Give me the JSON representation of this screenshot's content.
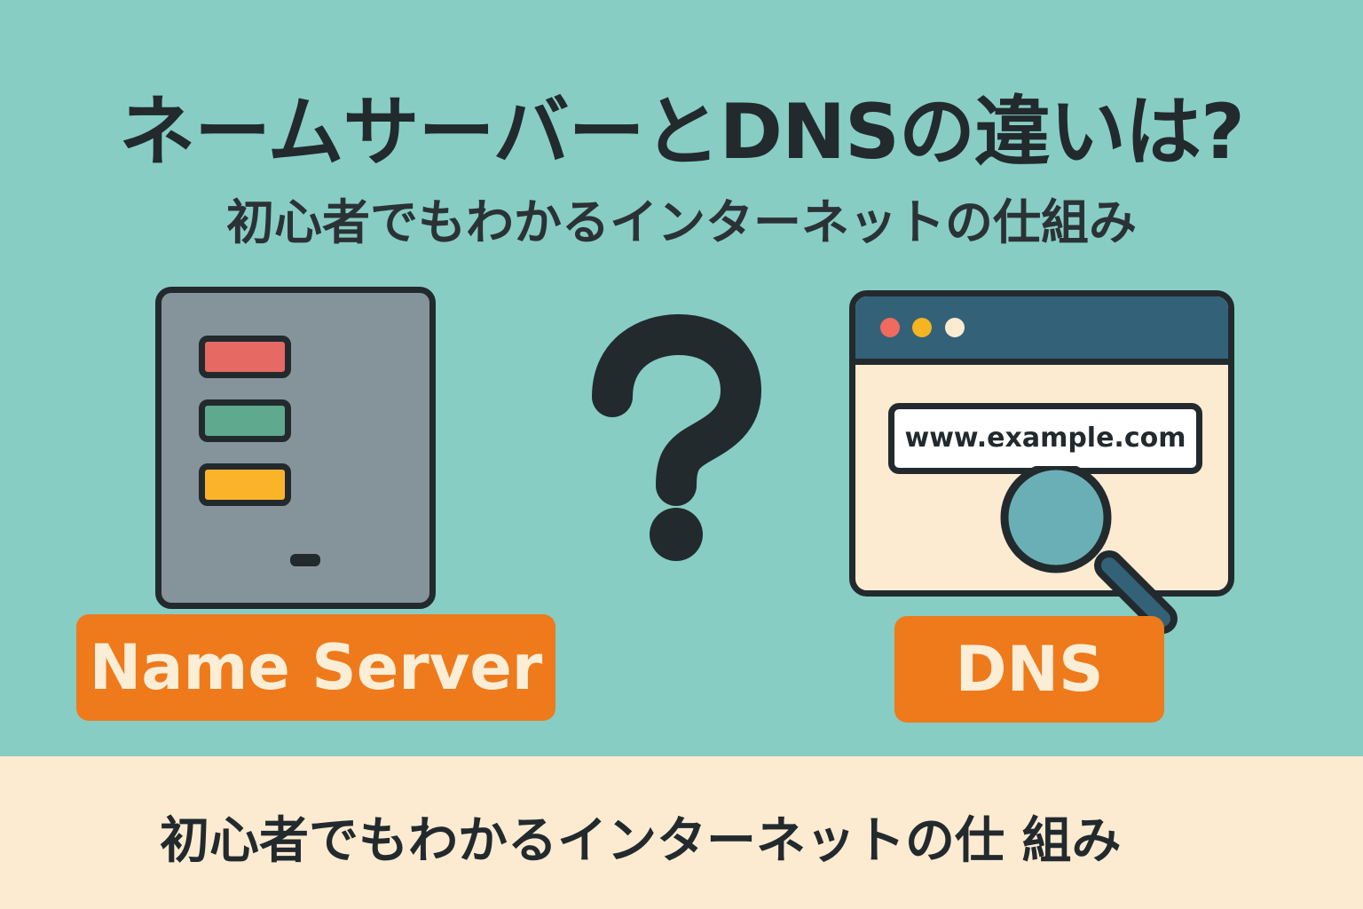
{
  "header": {
    "title": "ネームサーバーとDNSの違いは?",
    "subtitle": "初心者でもわかるインターネットの仕組み"
  },
  "left_card": {
    "icon": "server-icon",
    "label": "Name Server"
  },
  "center": {
    "icon": "question-mark-icon"
  },
  "right_card": {
    "icon": "browser-window-icon",
    "url": "www.example.com",
    "label": "DNS"
  },
  "footer": {
    "text": "初心者でもわかるインターネットの仕 組み"
  },
  "colors": {
    "background": "#87cdc4",
    "accent": "#ee7a1c",
    "footer_bg": "#fcebd1",
    "ink": "#222a2e"
  }
}
